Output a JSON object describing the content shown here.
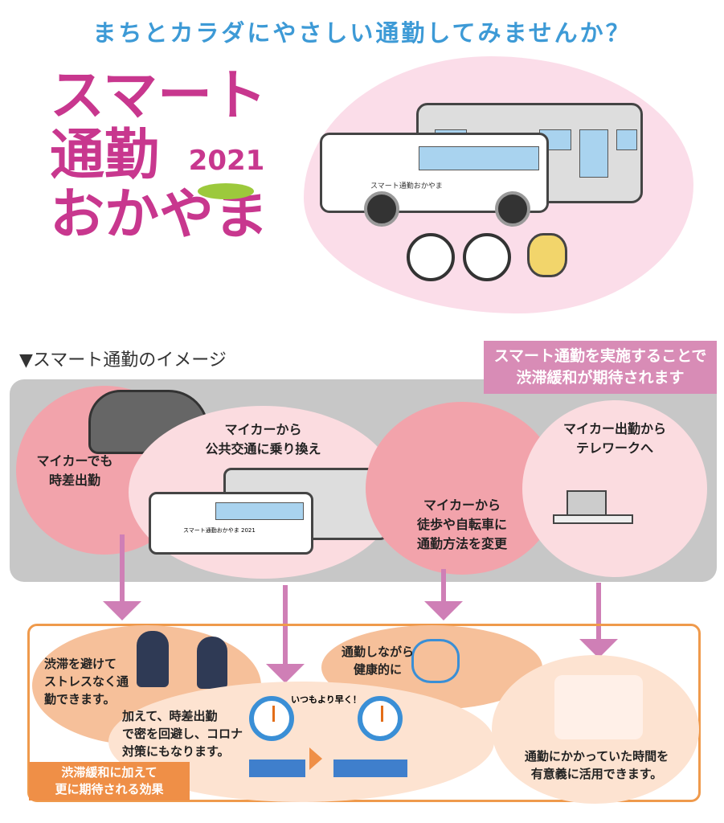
{
  "header": {
    "tagline": "まちとカラダにやさしい通勤してみませんか？"
  },
  "logo": {
    "line1": "スマート",
    "line2": "通勤",
    "line3": "おかやま",
    "year": "2021"
  },
  "illustration": {
    "bus_sign": "スマート通勤おかやま",
    "bus_sign_2021": "スマート通勤おかやま 2021"
  },
  "section": {
    "title": "▼スマート通勤のイメージ",
    "callout_line1": "スマート通勤を実施することで",
    "callout_line2": "渋滞緩和が期待されます"
  },
  "options": [
    {
      "line1": "マイカーでも",
      "line2": "時差出勤"
    },
    {
      "line1": "マイカーから",
      "line2": "公共交通に乗り換え"
    },
    {
      "line1": "マイカーから",
      "line2": "徒歩や自転車に",
      "line3": "通勤方法を変更"
    },
    {
      "line1": "マイカー出勤から",
      "line2": "テレワークへ"
    }
  ],
  "effects": {
    "label_line1": "渋滞緩和に加えて",
    "label_line2": "更に期待される効果",
    "stress": {
      "line1": "渋滞を避けて",
      "line2": "ストレスなく通",
      "line3": "勤できます。"
    },
    "health": {
      "line1": "通勤しながら",
      "line2": "健康的に"
    },
    "staggered": {
      "line1": "加えて、時差出勤",
      "line2": "で密を回避し、コロナ",
      "line3": "対策にもなります。",
      "earlier": "いつもより早く！"
    },
    "time": {
      "line1": "通勤にかかっていた時間を",
      "line2": "有意義に活用できます。"
    }
  },
  "colors": {
    "blue": "#3d9ad6",
    "magenta": "#c8378e",
    "pink": "#d88cb6",
    "orange": "#ef8f47"
  }
}
